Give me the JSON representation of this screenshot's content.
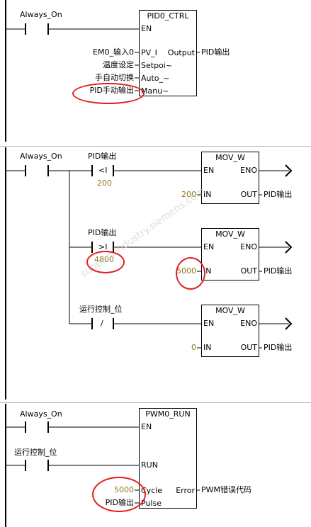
{
  "network1": {
    "contact_label": "Always_On",
    "block_title": "PID0_CTRL",
    "pins": {
      "en": "EN",
      "pv": "PV_I",
      "setpoint": "Setpoi~",
      "auto": "Auto_~",
      "manual": "Manu~",
      "output": "Output"
    },
    "inputs": {
      "pv": "EM0_输入0",
      "setpoint": "温度设定",
      "auto": "手自动切换",
      "manual": "PID手动输出"
    },
    "output_var": "PID输出"
  },
  "network2": {
    "contact_label": "Always_On",
    "compare1": {
      "label": "PID输出",
      "op": "<I",
      "value": "200"
    },
    "compare2": {
      "label": "PID输出",
      "op": ">I",
      "value": "4800"
    },
    "contact3": {
      "label": "运行控制_位",
      "op": "/"
    },
    "mov1": {
      "title": "MOV_W",
      "en": "EN",
      "eno": "ENO",
      "in_pin": "IN",
      "out_pin": "OUT",
      "in_val": "200",
      "out_val": "PID输出"
    },
    "mov2": {
      "title": "MOV_W",
      "en": "EN",
      "eno": "ENO",
      "in_pin": "IN",
      "out_pin": "OUT",
      "in_val": "5000",
      "out_val": "PID输出"
    },
    "mov3": {
      "title": "MOV_W",
      "en": "EN",
      "eno": "ENO",
      "in_pin": "IN",
      "out_pin": "OUT",
      "in_val": "0",
      "out_val": "PID输出"
    }
  },
  "network3": {
    "contact1_label": "Always_On",
    "contact2_label": "运行控制_位",
    "block_title": "PWM0_RUN",
    "pins": {
      "en": "EN",
      "run": "RUN",
      "cycle": "Cycle",
      "pulse": "Pulse",
      "error": "Error"
    },
    "cycle_val": "5000",
    "pulse_val": "PID输出",
    "error_var": "PWM错误代码"
  },
  "watermark": "support.industry.siemens.com"
}
